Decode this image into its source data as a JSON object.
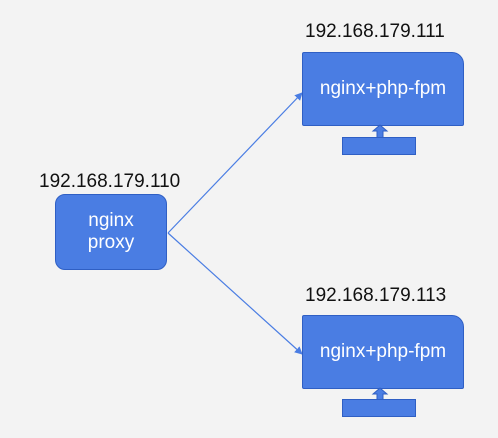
{
  "proxy": {
    "ip": "192.168.179.110",
    "label_line1": "nginx",
    "label_line2": "proxy"
  },
  "servers": [
    {
      "ip": "192.168.179.111",
      "label": "nginx+php-fpm"
    },
    {
      "ip": "192.168.179.113",
      "label": "nginx+php-fpm"
    }
  ],
  "colors": {
    "node_fill": "#4a7de3",
    "node_border": "#2f5fc4",
    "connector": "#4a7de3",
    "background": "#f3f3f3",
    "text": "#111111"
  }
}
